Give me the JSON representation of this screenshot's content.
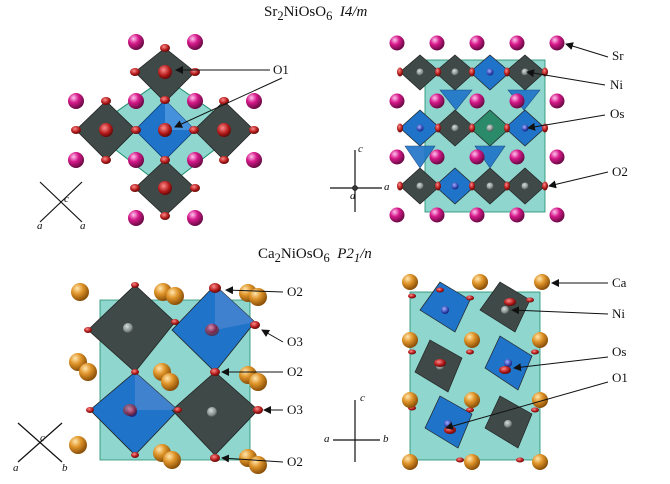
{
  "top": {
    "formula": {
      "base1": "Sr",
      "sub1": "2",
      "base2": "NiOsO",
      "sub2": "6"
    },
    "space_group": "I4/m",
    "left_labels": {
      "o1": "O1"
    },
    "right_labels": {
      "sr": "Sr",
      "ni": "Ni",
      "os": "Os",
      "o2": "O2"
    },
    "axes_left": {
      "c": "c",
      "a1": "a",
      "a2": "a"
    },
    "axes_right": {
      "c": "c",
      "a1": "a",
      "a2": "a"
    }
  },
  "bottom": {
    "formula": {
      "base1": "Ca",
      "sub1": "2",
      "base2": "NiOsO",
      "sub2": "6"
    },
    "space_group": {
      "p": "P2",
      "sub": "1",
      "n": "/n"
    },
    "left_labels": {
      "o2a": "O2",
      "o3a": "O3",
      "o2b": "O2",
      "o3b": "O3",
      "o2c": "O2"
    },
    "right_labels": {
      "ca": "Ca",
      "ni": "Ni",
      "os": "Os",
      "o1": "O1"
    },
    "axes_left": {
      "c": "c",
      "a": "a",
      "b": "b"
    },
    "axes_right": {
      "c": "c",
      "a": "a",
      "b": "b"
    }
  },
  "colors": {
    "sr_atom": "#d6198a",
    "ca_atom": "#e0952a",
    "ni_octahedron": "#3f4a48",
    "os_octahedron": "#1f73c8",
    "background_fill": "#8fd6cf",
    "oxygen": "#b01818"
  }
}
